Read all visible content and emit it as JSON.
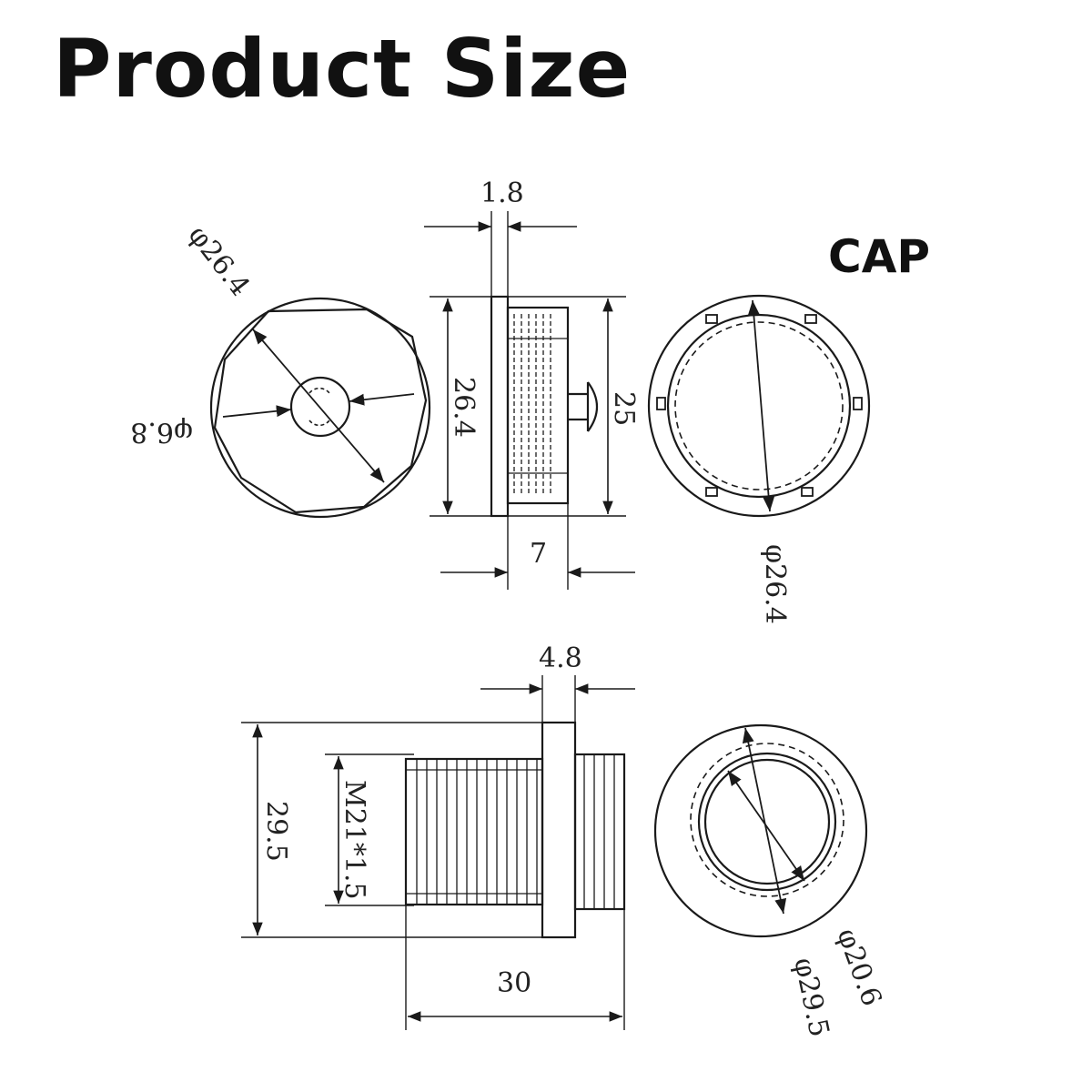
{
  "title": "Product Size",
  "cap_label": "CAP",
  "colors": {
    "line": "#1a1a1a",
    "text": "#222222",
    "background": "#ffffff"
  },
  "dimensions": {
    "top_flange_thickness": "1.8",
    "cap_front_outer_dia": "φ26.4",
    "cap_front_hole_dia": "φ6.8",
    "cap_side_height": "26.4",
    "cap_side_inner_height": "25",
    "cap_side_length": "7",
    "cap_back_outer_dia": "φ26.4",
    "flange_thickness": "4.8",
    "flange_height": "29.5",
    "thread_spec": "M21*1.5",
    "body_length": "30",
    "ring_inner_dia": "φ20.6",
    "ring_outer_dia": "φ29.5"
  }
}
